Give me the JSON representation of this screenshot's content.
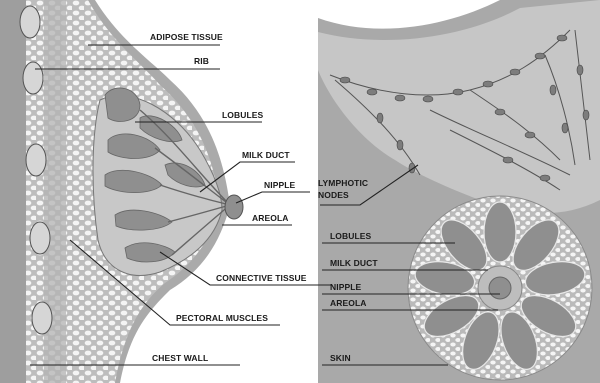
{
  "labels": {
    "left": {
      "adipose_tissue": "ADIPOSE TISSUE",
      "rib": "RIB",
      "lobules": "LOBULES",
      "milk_duct": "MILK DUCT",
      "nipple": "NIPPLE",
      "areola": "AREOLA",
      "connective_tissue": "CONNECTIVE TISSUE",
      "pectoral_muscles": "PECTORAL MUSCLES",
      "chest_wall": "CHEST WALL"
    },
    "right": {
      "lymphotic_nodes_line1": "LYMPHOTIC",
      "lymphotic_nodes_line2": "NODES",
      "lobules": "LOBULES",
      "milk_duct": "MILK DUCT",
      "nipple": "NIPPLE",
      "areola": "AREOLA",
      "skin": "SKIN"
    }
  },
  "colors": {
    "skin_gray": "#a9a9a9",
    "tissue_gray": "#c9c9c9",
    "lobule_gray": "#8f8f8f",
    "fat_cell": "#f4f4f4",
    "node_gray": "#7d7d7d",
    "outline": "#333333"
  }
}
